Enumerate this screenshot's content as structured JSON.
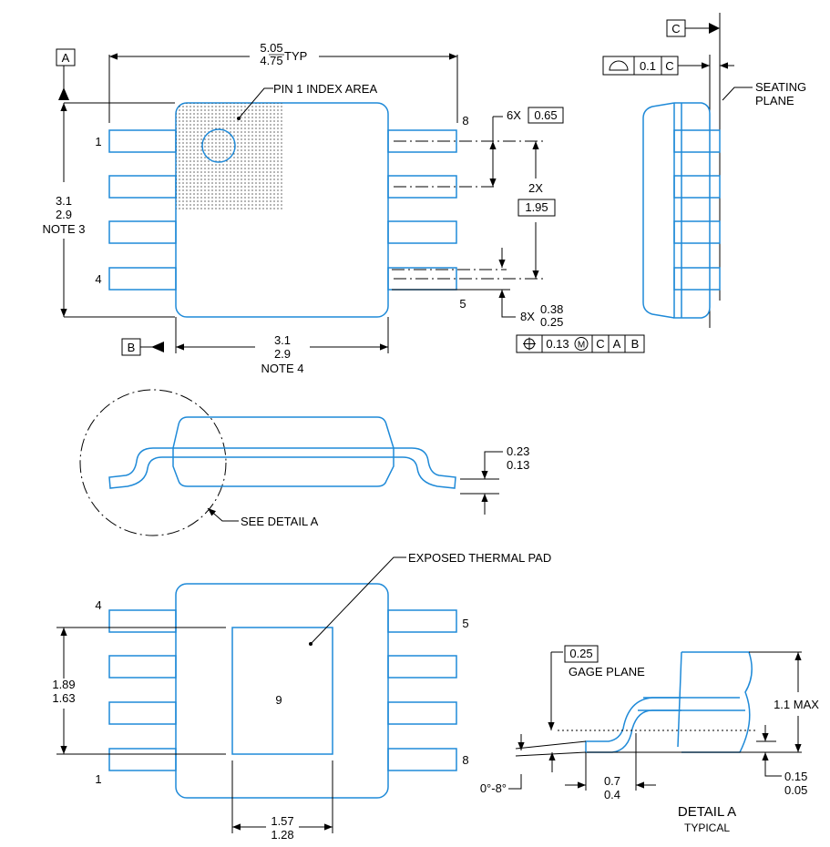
{
  "datum_labels": {
    "a": "A",
    "b": "B",
    "c": "C"
  },
  "top_view": {
    "width_dim": {
      "max": "5.05",
      "min": "4.75",
      "suffix": "TYP"
    },
    "height_dim": {
      "max": "3.1",
      "min": "2.9",
      "note": "NOTE 3"
    },
    "body_width_dim": {
      "max": "3.1",
      "min": "2.9",
      "note": "NOTE 4"
    },
    "pin1_label": "PIN 1 INDEX AREA",
    "pin_labels": {
      "p1": "1",
      "p4": "4",
      "p5": "5",
      "p8": "8"
    },
    "pitch": {
      "count": "6X",
      "value": "0.65"
    },
    "span": {
      "count": "2X",
      "value": "1.95"
    },
    "lead_width": {
      "count": "8X",
      "max": "0.38",
      "min": "0.25"
    },
    "position_fcf": {
      "symbol": "⌖",
      "tolerance": "0.13",
      "modifier": "M",
      "datum1": "C",
      "datum2": "A",
      "datum3": "B"
    }
  },
  "side_view": {
    "flatness_fcf": {
      "symbol": "⌓",
      "tolerance": "0.1",
      "datum": "C"
    },
    "seating_plane": [
      "SEATING",
      "PLANE"
    ]
  },
  "front_view": {
    "thickness": {
      "max": "0.23",
      "min": "0.13"
    },
    "see_detail": "SEE DETAIL  A"
  },
  "bottom_view": {
    "pad_label": "EXPOSED THERMAL PAD",
    "pad_number": "9",
    "pad_height": {
      "max": "1.89",
      "min": "1.63"
    },
    "pad_width": {
      "max": "1.57",
      "min": "1.28"
    },
    "pin_labels": {
      "p1": "1",
      "p4": "4",
      "p5": "5",
      "p8": "8"
    }
  },
  "detail_a": {
    "gage_value": "0.25",
    "gage_label": "GAGE PLANE",
    "height": "1.1 MAX",
    "standoff": {
      "max": "0.15",
      "min": "0.05"
    },
    "foot_length": {
      "max": "0.7",
      "min": "0.4"
    },
    "angle": "0°-8°",
    "title": "DETAIL A",
    "subtitle": "TYPICAL"
  },
  "colors": {
    "outline": "#1f8ad8",
    "dimension": "#000000"
  }
}
